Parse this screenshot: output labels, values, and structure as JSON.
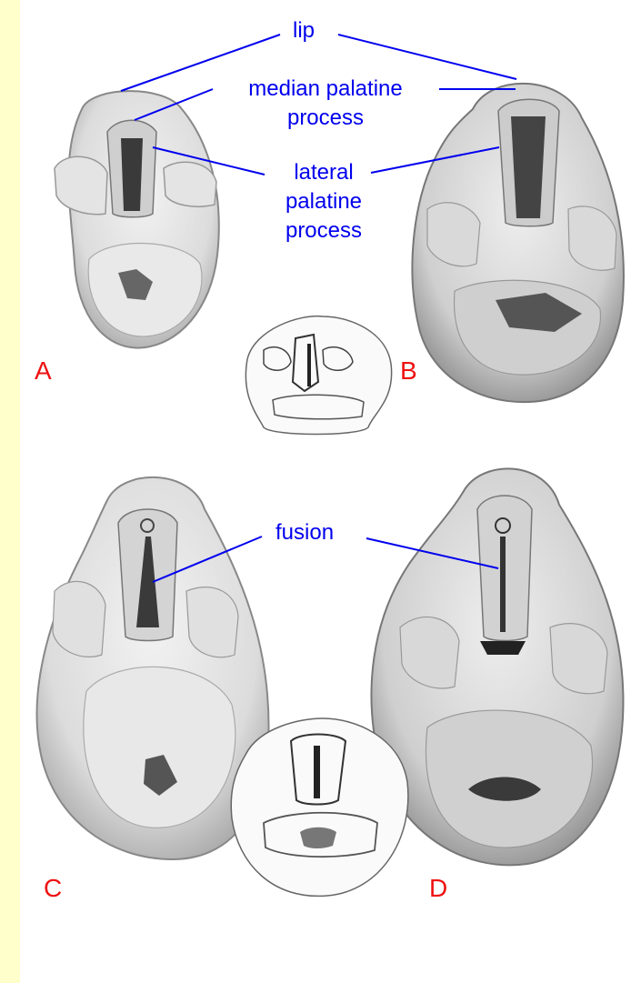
{
  "labels": {
    "lip": "lip",
    "median_palatine_line1": "median palatine",
    "median_palatine_line2": "process",
    "lateral_line1": "lateral",
    "lateral_line2": "palatine",
    "lateral_line3": "process",
    "fusion": "fusion"
  },
  "panels": {
    "a": "A",
    "b": "B",
    "c": "C",
    "d": "D"
  },
  "colors": {
    "label_text": "#0000ee",
    "panel_letter": "#ee1111",
    "side_strip": "#ffffcc"
  }
}
